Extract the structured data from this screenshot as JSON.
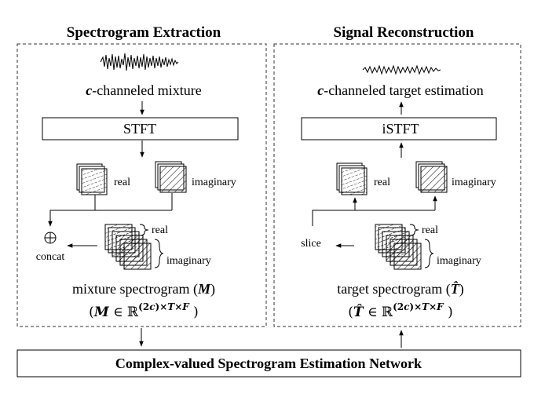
{
  "left_panel": {
    "title": "Spectrogram Extraction",
    "mixture_var": "c",
    "mixture_text": "-channeled mixture",
    "stft_label": "STFT",
    "real_label": "real",
    "imaginary_label": "imaginary",
    "concat_label": "concat",
    "stack_real_label": "real",
    "stack_imaginary_label": "imaginary",
    "spectrogram_caption": "mixture spectrogram (M)",
    "spectrogram_domain": "(M ∈ ℝ(2c)×T×F )"
  },
  "right_panel": {
    "title": "Signal Reconstruction",
    "target_var": "c",
    "target_text": "-channeled target estimation",
    "istft_label": "iSTFT",
    "real_label": "real",
    "imaginary_label": "imaginary",
    "slice_label": "slice",
    "stack_real_label": "real",
    "stack_imaginary_label": "imaginary",
    "spectrogram_caption": "target spectrogram (T̂)",
    "spectrogram_domain": "(T̂ ∈ ℝ(2c)×T×F )"
  },
  "network_label": "Complex-valued Spectrogram Estimation Network"
}
